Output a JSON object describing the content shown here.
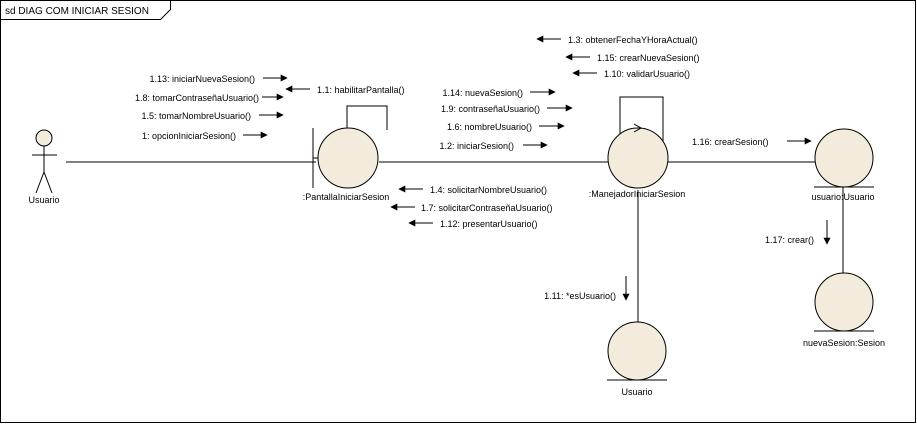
{
  "frame": {
    "title": "sd DIAG COM INICIAR SESION"
  },
  "colors": {
    "object_fill": "#f3ecdc",
    "line": "#000000",
    "background": "#ffffff"
  },
  "actor": {
    "name": "Usuario"
  },
  "objects": {
    "pantalla": {
      "name": ":PantallaIniciarSesion",
      "kind": "boundary"
    },
    "manejador": {
      "name": ":ManejadorIniciarSesion",
      "kind": "control"
    },
    "usuario_entity": {
      "name": "usuario:Usuario",
      "kind": "entity"
    },
    "nueva_sesion": {
      "name": "nuevaSesion:Sesion",
      "kind": "entity"
    },
    "usuario_db": {
      "name": "Usuario",
      "kind": "entity"
    }
  },
  "messages": {
    "actor_to_pantalla": [
      "1.13: iniciarNuevaSesion()",
      "1.8: tomarContraseñaUsuario()",
      "1.5: tomarNombreUsuario()",
      "1: opcionIniciarSesion()"
    ],
    "pantalla_self": [
      "1.1: habilitarPantalla()"
    ],
    "pantalla_to_manejador": [
      "1.14: nuevaSesion()",
      "1.9: contraseñaUsuario()",
      "1.6: nombreUsuario()",
      "1.2: iniciarSesion()"
    ],
    "manejador_to_pantalla": [
      "1.4: solicitarNombreUsuario()",
      "1.7: solicitarContraseñaUsuario()",
      "1.12: presentarUsuario()"
    ],
    "manejador_self": [
      "1.3: obtenerFechaYHoraActual()",
      "1.15: crearNuevaSesion()",
      "1.10: validarUsuario()"
    ],
    "manejador_to_usuario_entity": [
      "1.16: crearSesion()"
    ],
    "usuario_entity_to_nueva_sesion": [
      "1.17: crear()"
    ],
    "manejador_to_usuario_db": [
      "1.11: *esUsuario()"
    ]
  }
}
